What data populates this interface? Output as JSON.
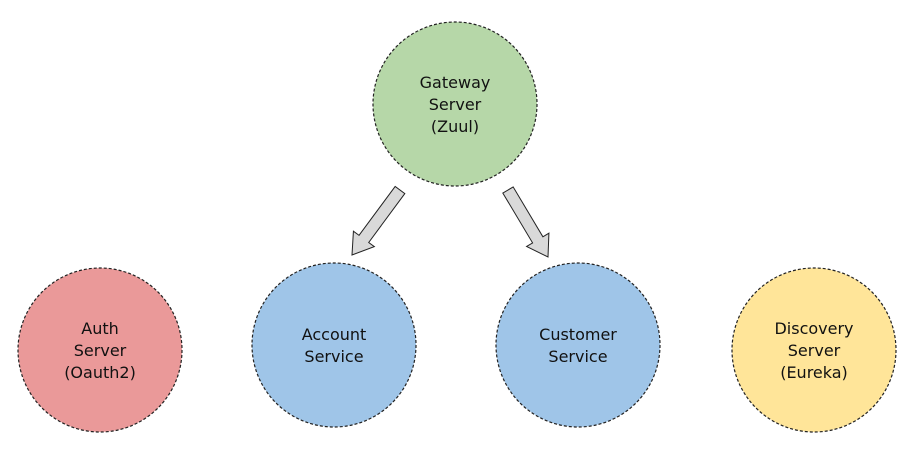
{
  "diagram": {
    "nodes": [
      {
        "id": "gateway",
        "lines": [
          "Gateway",
          "Server",
          "(Zuul)"
        ],
        "color": "#b6d7a8"
      },
      {
        "id": "auth",
        "lines": [
          "Auth",
          "Server",
          "(Oauth2)"
        ],
        "color": "#ea9999"
      },
      {
        "id": "account",
        "lines": [
          "Account",
          "Service"
        ],
        "color": "#9fc5e8"
      },
      {
        "id": "customer",
        "lines": [
          "Customer",
          "Service"
        ],
        "color": "#9fc5e8"
      },
      {
        "id": "discovery",
        "lines": [
          "Discovery",
          "Server",
          "(Eureka)"
        ],
        "color": "#ffe599"
      }
    ],
    "edges": [
      {
        "from": "gateway",
        "to": "account"
      },
      {
        "from": "gateway",
        "to": "customer"
      }
    ],
    "arrow_color": "#d9d9d9"
  }
}
